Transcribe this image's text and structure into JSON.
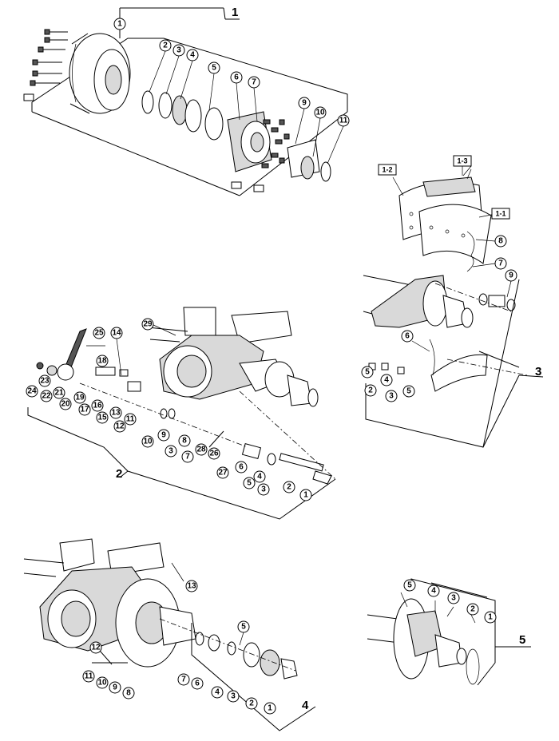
{
  "groups": [
    {
      "id": "1",
      "label": "1"
    },
    {
      "id": "2",
      "label": "2"
    },
    {
      "id": "3",
      "label": "3"
    },
    {
      "id": "4",
      "label": "4"
    },
    {
      "id": "5",
      "label": "5"
    }
  ],
  "callouts": {
    "g1": [
      "1",
      "2",
      "3",
      "4",
      "5",
      "6",
      "7",
      "9",
      "10",
      "11"
    ],
    "g1b": [
      "1-1",
      "1-2",
      "1-3",
      "8",
      "7"
    ],
    "g2": [
      "29",
      "25",
      "14",
      "18",
      "23",
      "24",
      "22",
      "21",
      "20",
      "19",
      "17",
      "16",
      "15",
      "13",
      "12",
      "11",
      "10",
      "9",
      "3",
      "8",
      "7",
      "28",
      "26",
      "27",
      "6",
      "5",
      "4",
      "3",
      "2",
      "1"
    ],
    "g3": [
      "9",
      "6",
      "5",
      "4",
      "2",
      "3",
      "5"
    ],
    "g4": [
      "13",
      "5",
      "12",
      "11",
      "10",
      "9",
      "8",
      "7",
      "6",
      "4",
      "3",
      "2",
      "1"
    ],
    "g5": [
      "5",
      "4",
      "3",
      "2",
      "1"
    ]
  }
}
